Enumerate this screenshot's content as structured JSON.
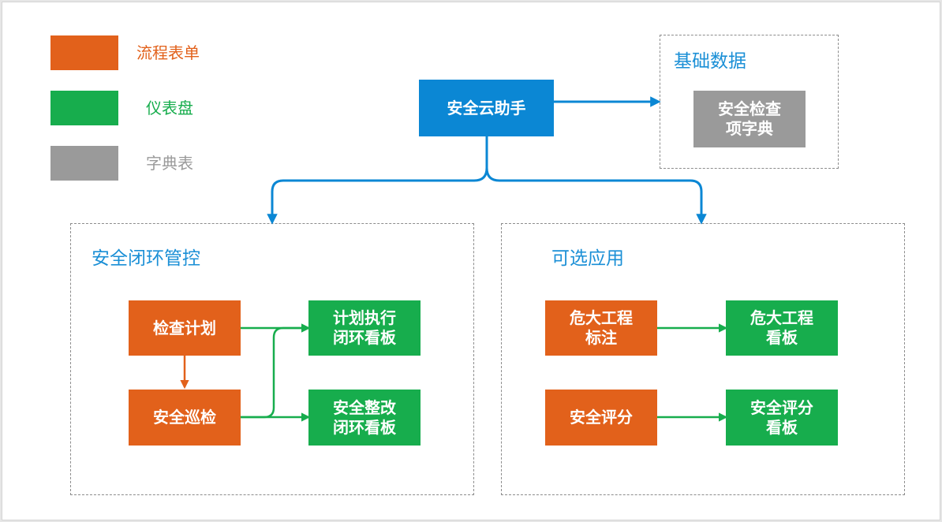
{
  "colors": {
    "form_orange": "#e2611b",
    "dashboard_green": "#17ad4d",
    "dictionary_gray": "#9a9a9a",
    "core_blue": "#0b87d4",
    "title_blue": "#1a8fd6",
    "border_gray": "#8c8c8c"
  },
  "legend": [
    {
      "label": "流程表单",
      "swatch": "orange"
    },
    {
      "label": "仪表盘",
      "swatch": "green"
    },
    {
      "label": "字典表",
      "swatch": "gray"
    }
  ],
  "core": {
    "label": "安全云助手"
  },
  "basic_data": {
    "title": "基础数据",
    "item": {
      "line1": "安全检查",
      "line2": "项字典"
    }
  },
  "closed_loop": {
    "title": "安全闭环管控",
    "inspection_plan": "检查计划",
    "safety_patrol": "安全巡检",
    "plan_board": {
      "line1": "计划执行",
      "line2": "闭环看板"
    },
    "rectify_board": {
      "line1": "安全整改",
      "line2": "闭环看板"
    }
  },
  "optional_apps": {
    "title": "可选应用",
    "major_hazard_mark": {
      "line1": "危大工程",
      "line2": "标注"
    },
    "major_hazard_board": {
      "line1": "危大工程",
      "line2": "看板"
    },
    "safety_score": "安全评分",
    "safety_score_board": {
      "line1": "安全评分",
      "line2": "看板"
    }
  }
}
